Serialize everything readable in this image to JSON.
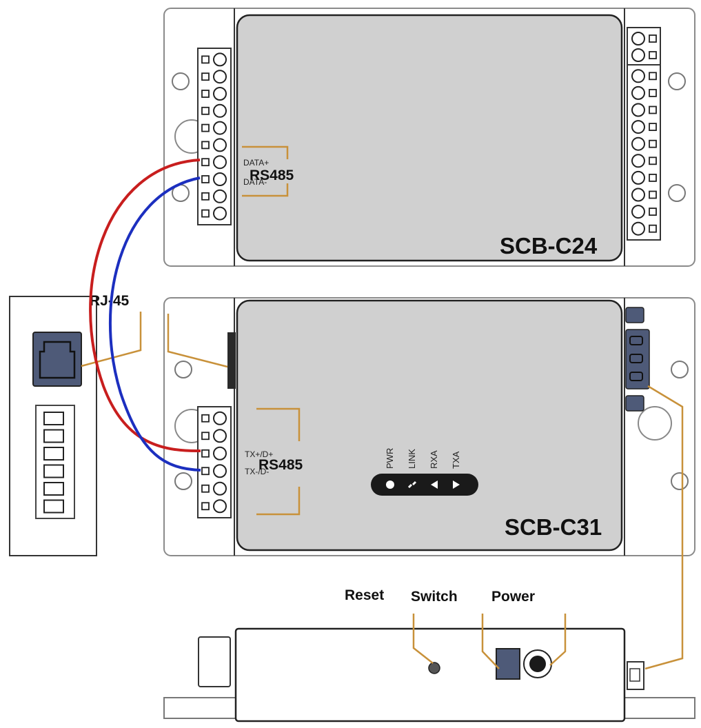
{
  "devices": {
    "top": {
      "model": "SCB-C24",
      "port_label": "RS485",
      "pin_pos": "DATA+",
      "pin_neg": "DATA-"
    },
    "middle": {
      "model": "SCB-C31",
      "port_label": "RS485",
      "pin_pos": "TX+/D+",
      "pin_neg": "TX-/D-"
    }
  },
  "left_device": {
    "port_label": "RJ-45"
  },
  "leds": [
    {
      "label": "PWR",
      "icon": "circle-icon"
    },
    {
      "label": "LINK",
      "icon": "link-icon"
    },
    {
      "label": "RXA",
      "icon": "triangle-left-icon"
    },
    {
      "label": "TXA",
      "icon": "triangle-right-icon"
    }
  ],
  "side_view": {
    "reset_label": "Reset",
    "switch_label": "Switch",
    "power_label": "Power"
  },
  "colors": {
    "wire_positive": "#c81e1e",
    "wire_negative": "#1c2fbf",
    "callout": "#c8913a",
    "panel": "#d0d0d0",
    "port_fill": "#4e5a78",
    "led_bar": "#1a1a1a"
  }
}
